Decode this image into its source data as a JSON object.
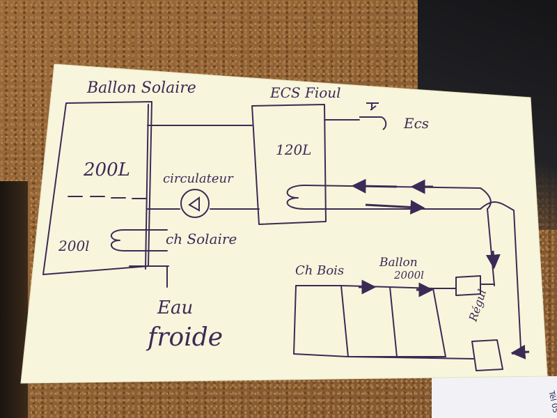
{
  "colors": {
    "ink": "#3b2a55",
    "paper": "#f7f5dc",
    "cork": "#8a5c34"
  },
  "labels": {
    "ballon_solaire": "Ballon Solaire",
    "ecs_fioul": "ECS Fioul",
    "ecs": "Ecs",
    "vol_200l_top": "200L",
    "vol_120l": "120L",
    "circulateur": "circulateur",
    "vol_200l_bottom": "200l",
    "ch_solaire": "ch Solaire",
    "eau": "Eau",
    "froide": "froide",
    "ch_bois": "Ch Bois",
    "ballon_2000l_line1": "Ballon",
    "ballon_2000l_line2": "2000l",
    "regul": "Régul"
  },
  "card": {
    "text": "Tél 05"
  }
}
